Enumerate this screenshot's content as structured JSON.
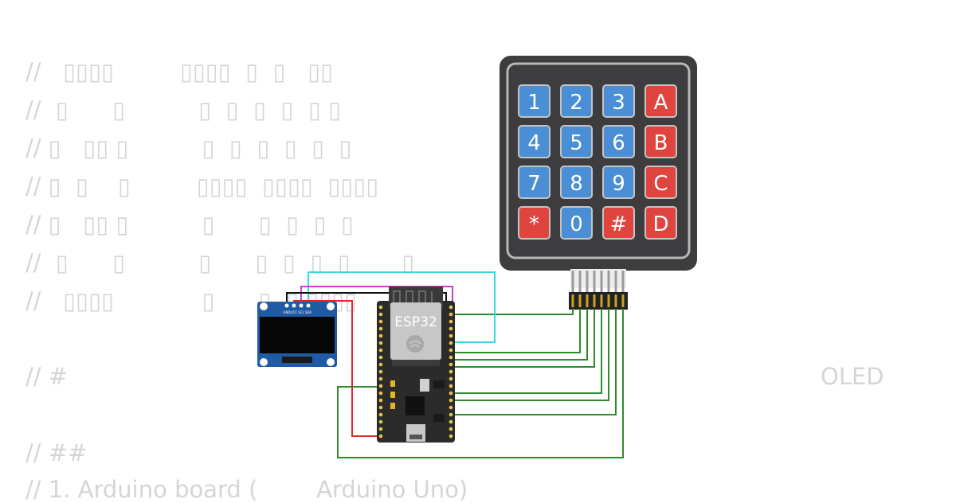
{
  "background_code": {
    "lines": [
      "//   ▯▯▯▯         ▯▯▯▯  ▯  ▯   ▯▯",
      "//  ▯      ▯          ▯  ▯  ▯  ▯  ▯ ▯",
      "// ▯   ▯▯ ▯          ▯  ▯  ▯  ▯  ▯  ▯",
      "// ▯  ▯    ▯         ▯▯▯▯  ▯▯▯▯  ▯▯▯▯",
      "// ▯   ▯▯ ▯          ▯      ▯  ▯  ▯  ▯",
      "//  ▯      ▯          ▯      ▯  ▯  ▯  ▯       ▯",
      "//   ▯▯▯▯            ▯      ▯  ▯ ▯▯▯▯      ▯",
      "// #",
      "// ##",
      "// 1. Arduino board (        Arduino Uno)"
    ],
    "right_label": "OLED"
  },
  "esp32": {
    "label": "ESP32"
  },
  "oled": {
    "pin_labels": [
      "GND",
      "VCC",
      "SCL",
      "SDA"
    ]
  },
  "keypad": {
    "keys": [
      {
        "label": "1",
        "kind": "digit"
      },
      {
        "label": "2",
        "kind": "digit"
      },
      {
        "label": "3",
        "kind": "digit"
      },
      {
        "label": "A",
        "kind": "letter"
      },
      {
        "label": "4",
        "kind": "digit"
      },
      {
        "label": "5",
        "kind": "digit"
      },
      {
        "label": "6",
        "kind": "digit"
      },
      {
        "label": "B",
        "kind": "letter"
      },
      {
        "label": "7",
        "kind": "digit"
      },
      {
        "label": "8",
        "kind": "digit"
      },
      {
        "label": "9",
        "kind": "digit"
      },
      {
        "label": "C",
        "kind": "letter"
      },
      {
        "label": "*",
        "kind": "letter"
      },
      {
        "label": "0",
        "kind": "digit"
      },
      {
        "label": "#",
        "kind": "letter"
      },
      {
        "label": "D",
        "kind": "letter"
      }
    ]
  },
  "colors": {
    "digit_key": "#4a8ed6",
    "letter_key": "#e0443f",
    "keypad_body": "#3d3d3f",
    "oled_pcb": "#1f5aa5",
    "wire_green": "#2e8b2e",
    "wire_cyan": "#37d7e0",
    "wire_magenta": "#c63fd0",
    "wire_red": "#e02828",
    "wire_black": "#111111"
  }
}
